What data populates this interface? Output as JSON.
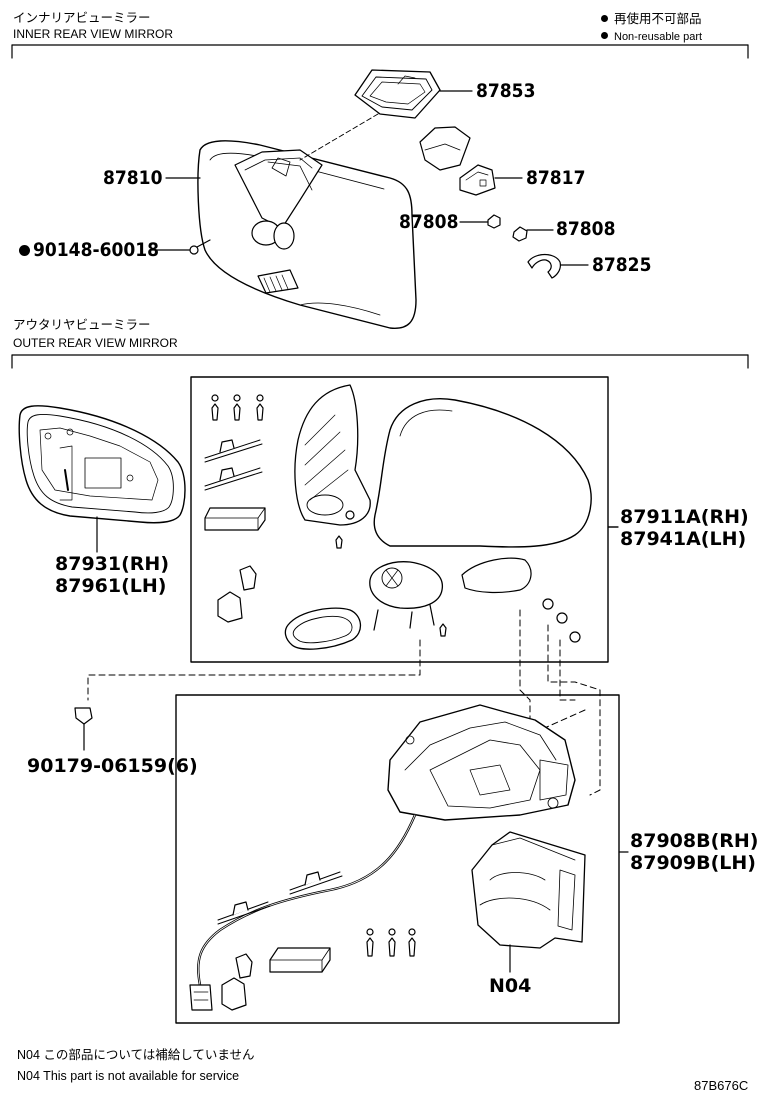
{
  "section_inner": {
    "title_jp": "インナリアビューミラー",
    "title_en": "INNER REAR VIEW MIRROR"
  },
  "section_outer": {
    "title_jp": "アウタリヤビューミラー",
    "title_en": "OUTER REAR VIEW MIRROR"
  },
  "legend": {
    "jp": "再使用不可部品",
    "en": "Non-reusable part"
  },
  "inner_parts": {
    "p87853": "87853",
    "p87810": "87810",
    "p87817": "87817",
    "p87808_left": "87808",
    "p87808_right": "87808",
    "p87825": "87825",
    "p90148": "90148-60018"
  },
  "outer_parts": {
    "p87931": "87931(RH)",
    "p87961": "87961(LH)",
    "p87911": "87911A(RH)",
    "p87941": "87941A(LH)",
    "p90179": "90179-06159(6)",
    "p87908": "87908B(RH)",
    "p87909": "87909B(LH)",
    "n04": "N04"
  },
  "notes": {
    "jp": "N04 この部品については補給していません",
    "en": "N04 This part is not available for service"
  },
  "figure_id": "87B676C"
}
